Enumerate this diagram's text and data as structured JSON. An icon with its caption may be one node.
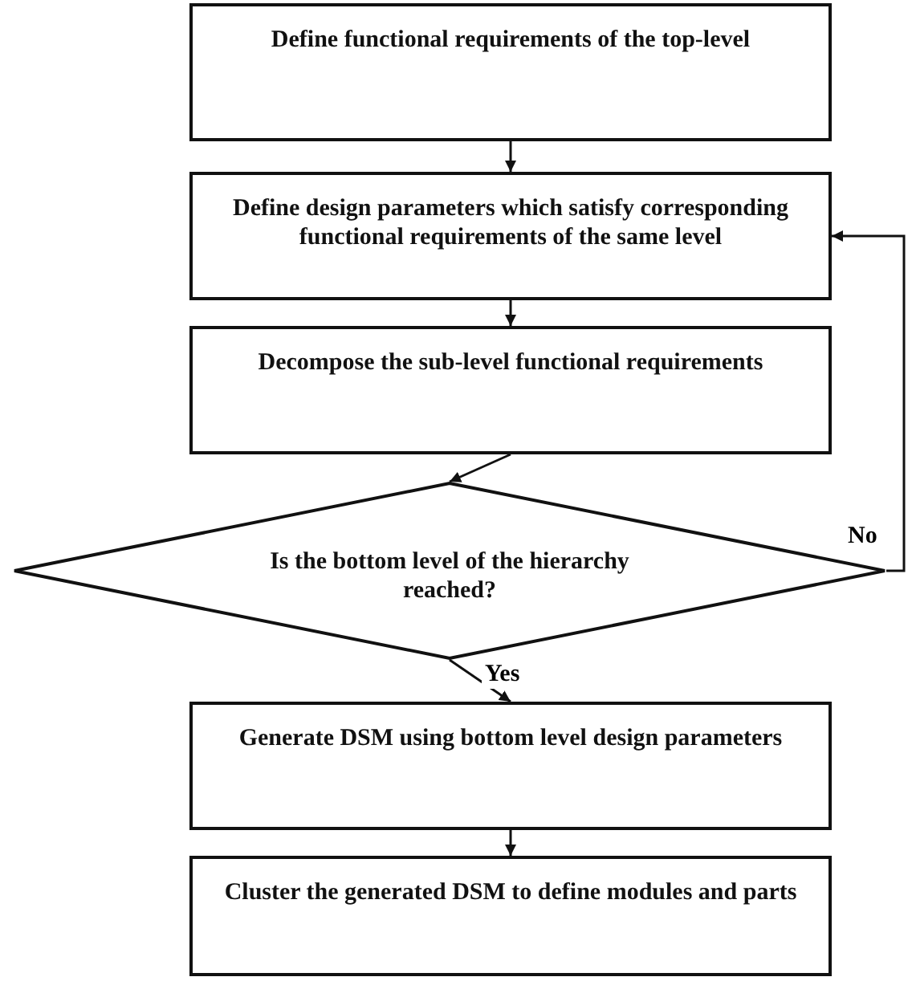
{
  "diagram": {
    "nodes": [
      {
        "text": [
          "Define functional requirements of the top-level"
        ]
      },
      {
        "text": [
          "Define design parameters which satisfy corresponding functional requirements of the same level"
        ]
      },
      {
        "text": [
          "Decompose the sub-level functional requirements"
        ]
      },
      {
        "text": [
          "Is the bottom level of the hierarchy reached?"
        ]
      },
      {
        "text": [
          "Generate DSM using bottom level design parameters"
        ]
      },
      {
        "text": [
          "Cluster the generated DSM to define modules and parts"
        ]
      }
    ],
    "edges": [
      {
        "from": 0,
        "to": 1,
        "arrow": "to"
      },
      {
        "from": 1,
        "to": 2,
        "arrow": "to"
      },
      {
        "from": 2,
        "to": 3,
        "arrow": "to"
      },
      {
        "from": 3,
        "to": 4,
        "arrow": "to",
        "label": "Yes"
      },
      {
        "from": 4,
        "to": 5,
        "arrow": "to"
      },
      {
        "from": 3,
        "to": 1,
        "arrow": "to",
        "label": "No"
      }
    ]
  }
}
